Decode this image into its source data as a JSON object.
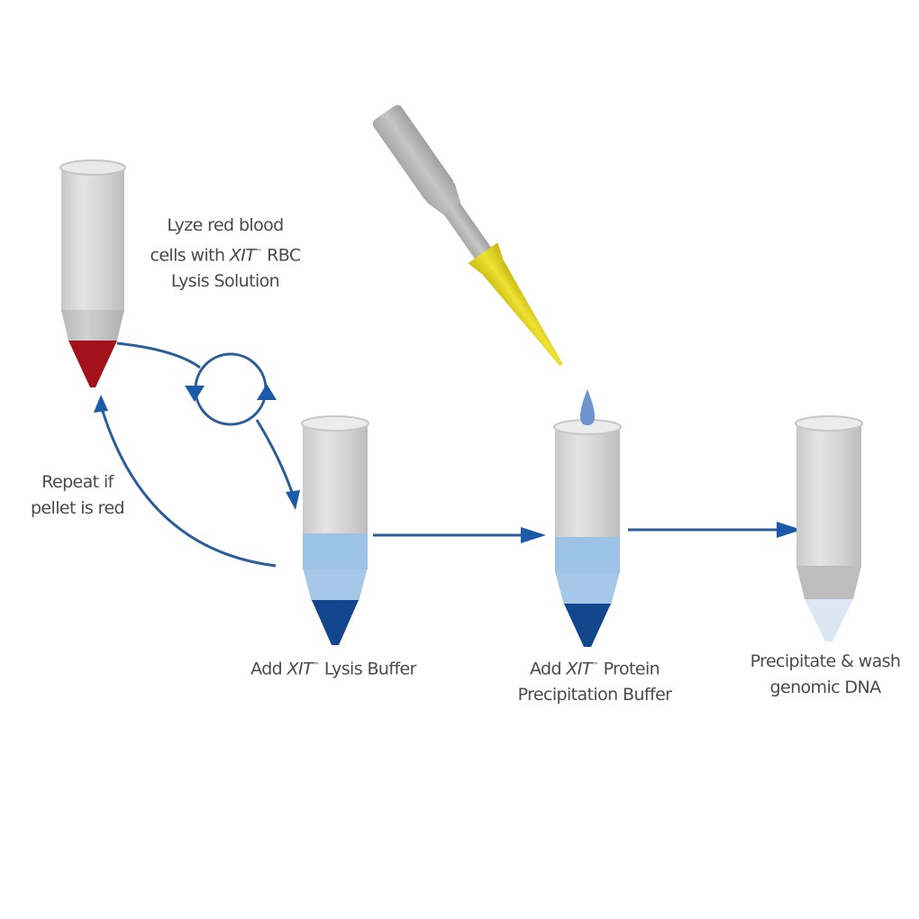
{
  "steps": [
    {
      "id": "rbc-lysis",
      "lines": [
        {
          "text": "Lyze red blood"
        },
        {
          "pre": "cells with ",
          "brand": "XIT",
          "tm": "™",
          "post": " RBC"
        },
        {
          "text": "Lysis Solution"
        }
      ],
      "pellet_color": "#a3121a"
    },
    {
      "id": "lysis-buffer",
      "lines": [
        {
          "pre": "Add ",
          "brand": "XIT",
          "tm": "™",
          "post": " Lysis Buffer"
        }
      ],
      "liquid_color": "#9cc2e6",
      "pellet_color": "#12468c"
    },
    {
      "id": "protein-precipitation",
      "lines": [
        {
          "pre": "Add ",
          "brand": "XIT",
          "tm": "™",
          "post": " Protein"
        },
        {
          "text": "Precipitation Buffer"
        }
      ],
      "liquid_color": "#9cc2e6",
      "pellet_color": "#12468c"
    },
    {
      "id": "precipitate-wash",
      "lines": [
        {
          "text": "Precipitate & wash"
        },
        {
          "text": "genomic DNA"
        }
      ],
      "pellet_color": "#dbe8f4"
    }
  ],
  "repeat_note": {
    "lines": [
      {
        "text": "Repeat if"
      },
      {
        "text": "pellet is red"
      }
    ]
  },
  "colors": {
    "arrow": "#2a5d9a",
    "arrowhead": "#1a5aa8",
    "tube": "#d3d3d3",
    "pipette_body": "#b8b8b8",
    "pipette_tip": "#e2d41e",
    "drop": "#6d94cf",
    "text": "#4a4a4a"
  }
}
